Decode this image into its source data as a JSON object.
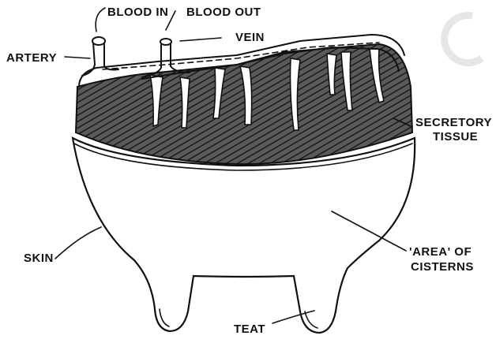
{
  "labels": {
    "blood_in": "BLOOD IN",
    "blood_out": "BLOOD OUT",
    "vein": "VEIN",
    "artery": "ARTERY",
    "secretory_1": "SECRETORY",
    "secretory_2": "TISSUE",
    "skin": "SKIN",
    "area_1": "'AREA' OF",
    "area_2": "CISTERNS",
    "teat": "TEAT"
  },
  "colors": {
    "ink": "#111111",
    "tissue": "#3a3a3a",
    "watermark": "#e6e6e6"
  }
}
